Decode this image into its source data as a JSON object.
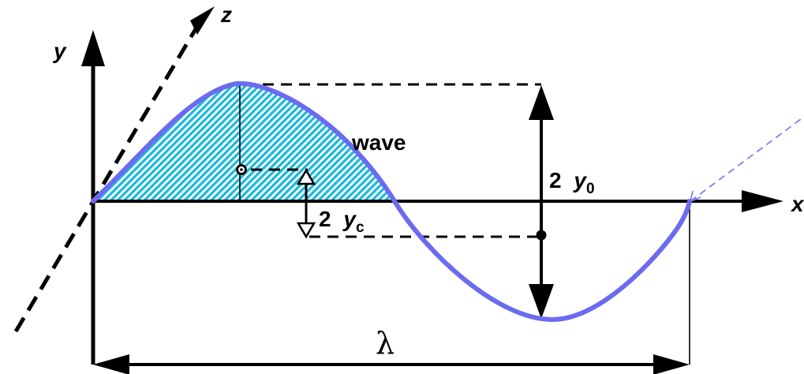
{
  "labels": {
    "y_axis": "y",
    "z_axis": "z",
    "x_axis": "x",
    "wave": "wave",
    "amplitude_coef": "2",
    "amplitude_var": "y",
    "amplitude_sub": "0",
    "centroid_coef": "2",
    "centroid_var": "y",
    "centroid_sub": "c",
    "wavelength": "λ"
  },
  "colors": {
    "wave": "#6b6bf0",
    "hatch_fill": "#18b8dc",
    "guide": "#8080ee",
    "ink": "#000000"
  }
}
